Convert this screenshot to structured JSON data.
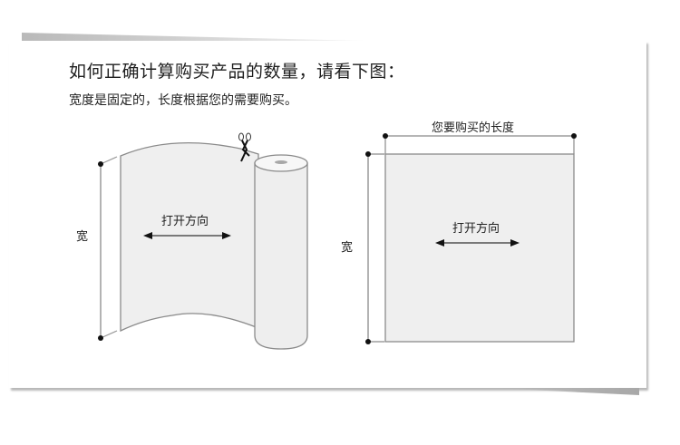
{
  "header": {
    "title": "如何正确计算购买产品的数量，请看下图：",
    "subtitle": "宽度是固定的，长度根据您的需要购买。"
  },
  "roll_diagram": {
    "width_label": "宽",
    "direction_label": "打开方向",
    "cut_icon": "scissors-icon"
  },
  "sheet_diagram": {
    "length_label": "您要购买的长度",
    "width_label": "宽",
    "direction_label": "打开方向"
  },
  "colors": {
    "sheet_fill": "#efefef",
    "line": "#8a8a8a",
    "dot": "#111111",
    "text": "#222222"
  }
}
